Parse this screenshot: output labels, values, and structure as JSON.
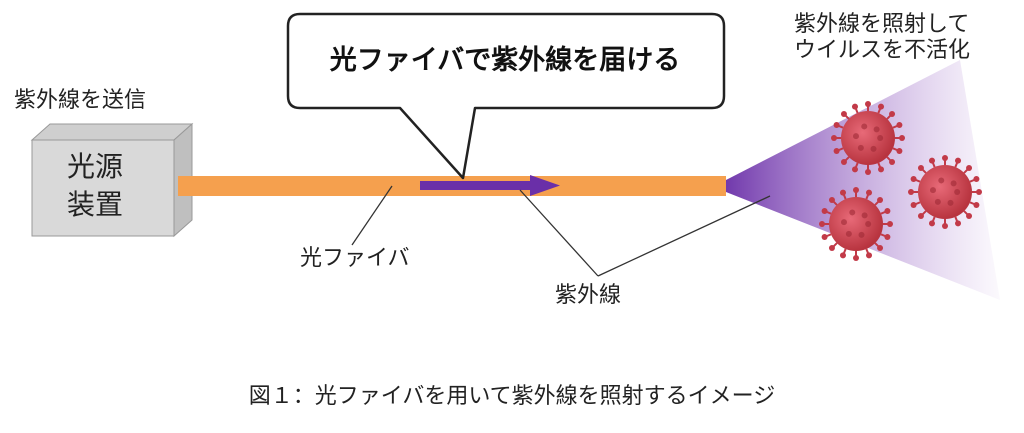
{
  "labels": {
    "send_uv": "紫外線を送信",
    "callout": "光ファイバで紫外線を届ける",
    "source_device": [
      "光源",
      "装置"
    ],
    "fiber": "光ファイバ",
    "uv": "紫外線",
    "irradiate": [
      "紫外線を照射して",
      "ウイルスを不活化"
    ]
  },
  "caption": "図１：光ファイバを用いて紫外線を照射するイメージ",
  "colors": {
    "fiber": "#f5a04e",
    "uv_arrow": "#6a2fa8",
    "beam": "#7b3fb8",
    "virus": "#d64a5a",
    "box_face": "#d9d9d9",
    "box_side": "#bfbfbf"
  },
  "icons": [
    "light-source-box-icon",
    "virus-icon"
  ]
}
